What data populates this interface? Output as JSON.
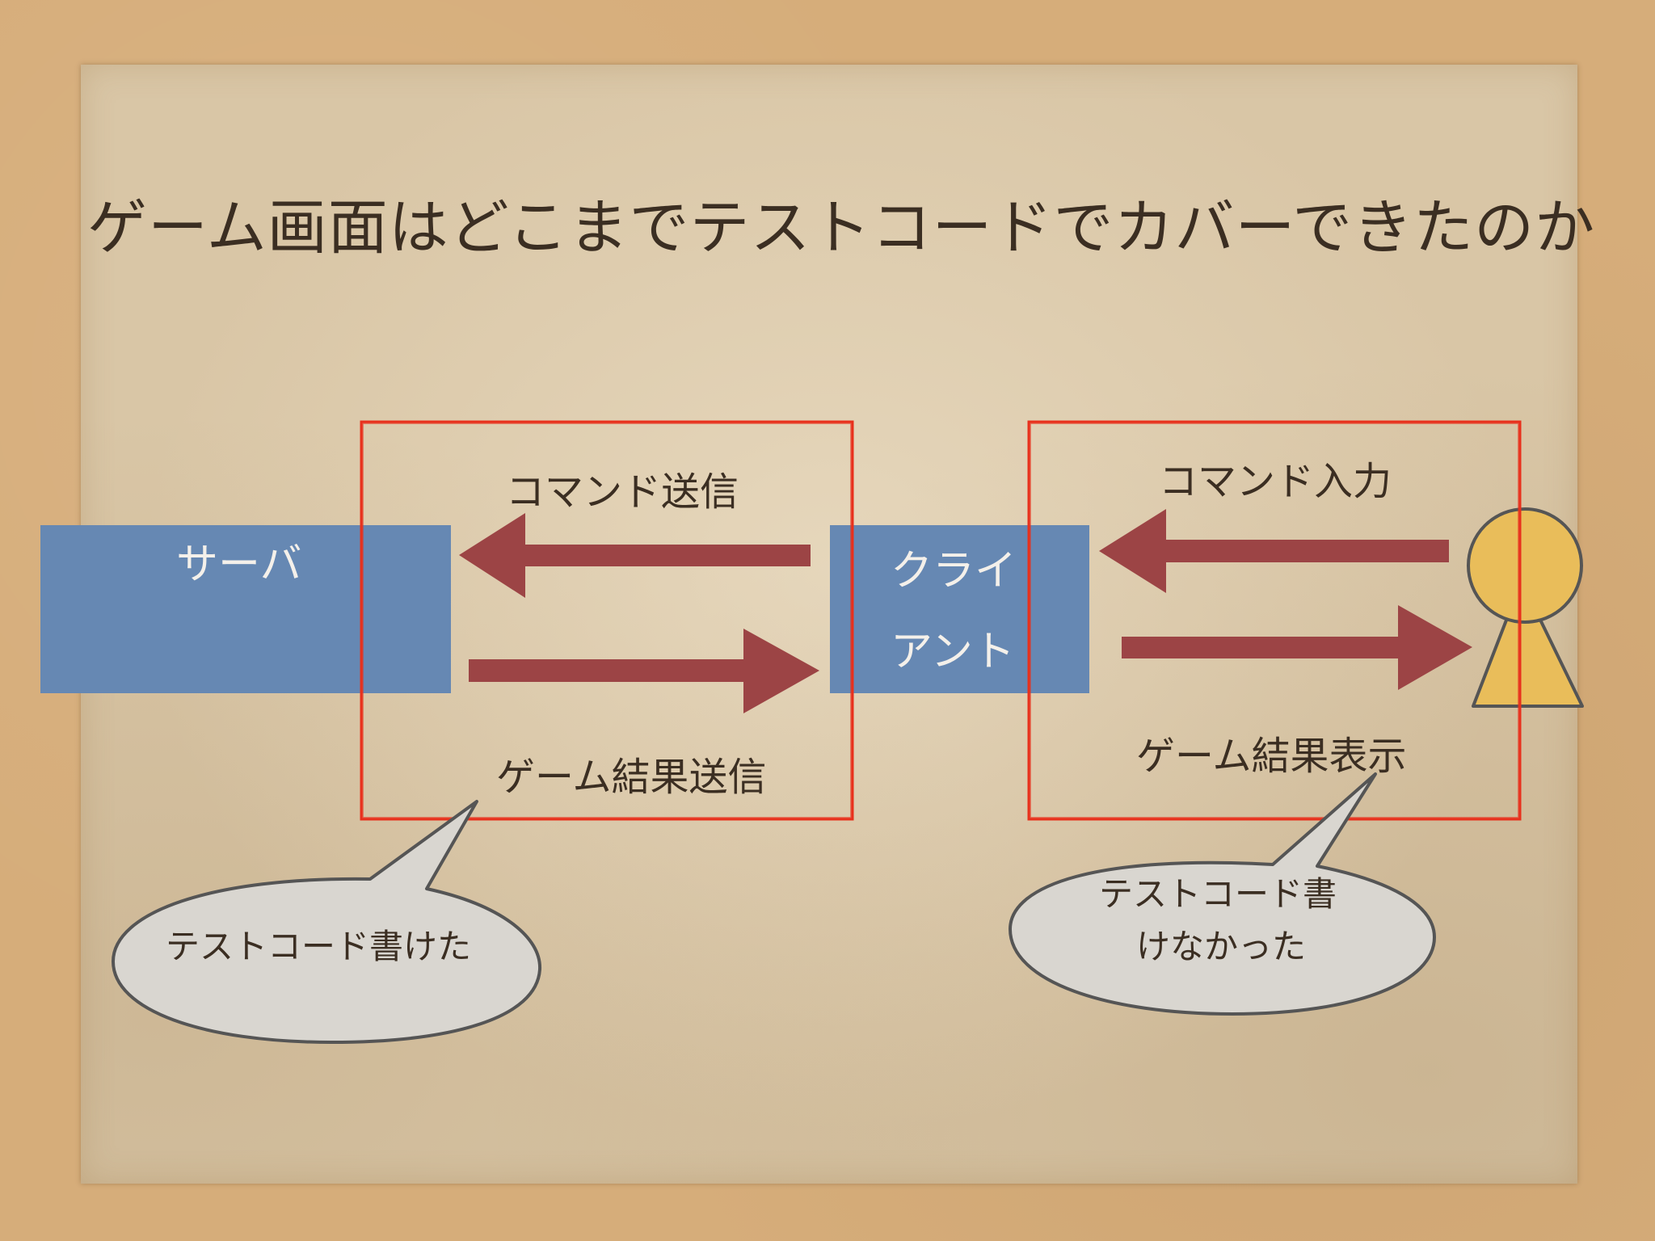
{
  "title": "ゲーム画面はどこまでテストコードでカバーできたのか",
  "nodes": {
    "server": "サーバ",
    "client_line1": "クライ",
    "client_line2": "アント"
  },
  "arrows": {
    "command_send": "コマンド送信",
    "result_send": "ゲーム結果送信",
    "command_input": "コマンド入力",
    "result_display": "ゲーム結果表示"
  },
  "bubbles": {
    "left": "テストコード書けた",
    "right_line1": "テストコード書",
    "right_line2": "けなかった"
  },
  "colors": {
    "box": "#6688b3",
    "arrow": "#9c4445",
    "frame": "#e8301c",
    "person": "#e9bd5a",
    "bubble": "#d9d6d0"
  }
}
